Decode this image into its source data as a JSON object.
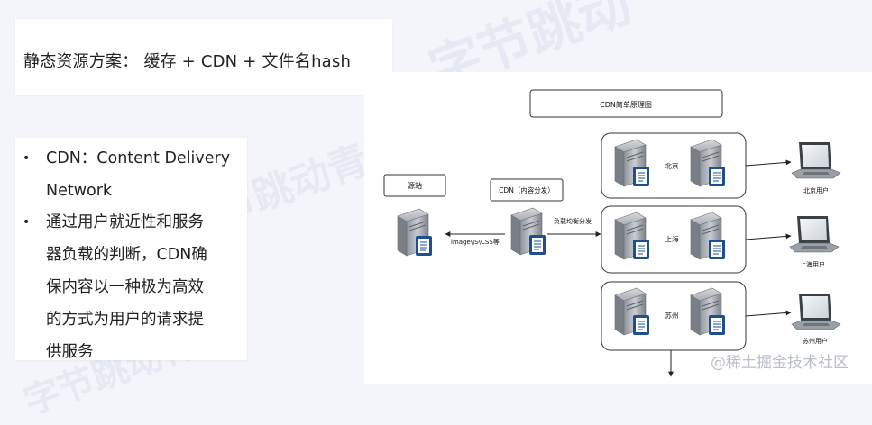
{
  "watermark": {
    "main": "字节跳动",
    "secondary": "字节跳动青训"
  },
  "title_card": {
    "text": "静态资源方案： 缓存 + CDN + 文件名hash"
  },
  "bullets": [
    {
      "line1": "CDN：Content Delivery",
      "line2": "Network"
    },
    {
      "lines": [
        "通过用户就近性和服务",
        "器负载的判断，CDN确",
        "保内容以一种极为高效",
        "的方式为用户的请求提",
        "供服务"
      ]
    }
  ],
  "diagram": {
    "title": "CDN简单原理图",
    "origin_label": "源站",
    "cdn_label": "CDN（内容分发）",
    "arrow_left_label": "image\\JS\\CSS等",
    "arrow_right_label": "负载均衡分发",
    "regions": [
      {
        "name": "北京",
        "user_label": "北京用户"
      },
      {
        "name": "上海",
        "user_label": "上海用户"
      },
      {
        "name": "苏州",
        "user_label": "苏州用户"
      }
    ]
  },
  "attribution": "@稀土掘金技术社区"
}
